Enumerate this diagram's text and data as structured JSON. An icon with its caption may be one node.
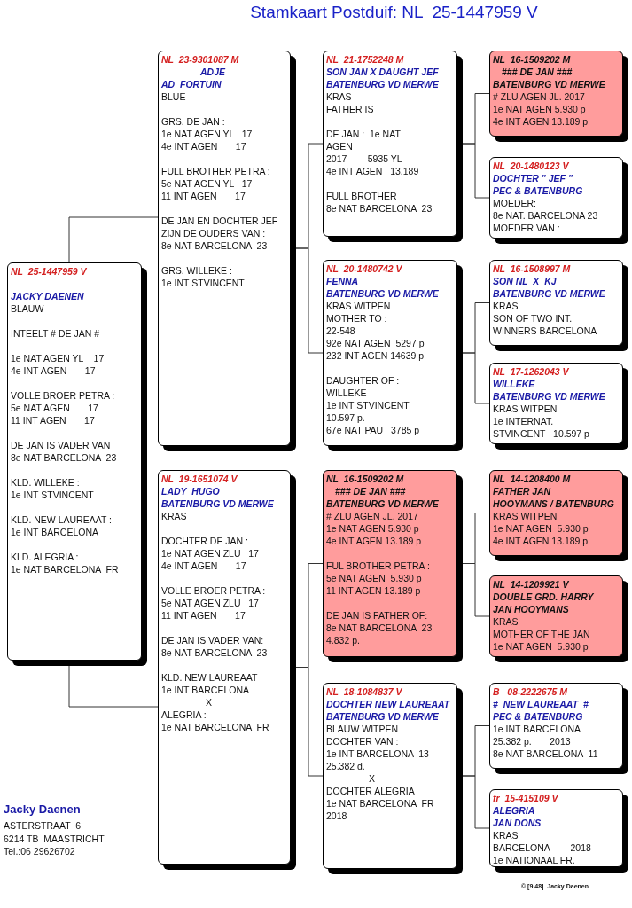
{
  "diagram": {
    "title": "Stamkaart Postduif: NL  25-1447959 V",
    "nodes": [
      {
        "text": [
          "NL  25-1447959 V",
          "JACKY DAENEN",
          "BLAUW",
          "INTEELT # DE JAN #",
          "1e NAT AGEN YL    17",
          "4e INT AGEN       17",
          "VOLLE BROER PETRA :",
          "5e NAT AGEN       17",
          "11 INT AGEN       17",
          "DE JAN IS VADER VAN",
          "8e NAT BARCELONA  23",
          "KLD. WILLEKE :",
          "1e INT STVINCENT",
          "KLD. NEW LAUREAAT :",
          "1e INT BARCELONA",
          "KLD. ALEGRIA :",
          "1e NAT BARCELONA  FR"
        ]
      },
      {
        "text": [
          "NL  23-9301087 M",
          "ADJE",
          "AD  FORTUIN",
          "BLUE",
          "GRS. DE JAN :",
          "1e NAT AGEN YL   17",
          "4e INT AGEN       17",
          "FULL BROTHER PETRA :",
          "5e NAT AGEN YL   17",
          "11 INT AGEN       17",
          "DE JAN EN DOCHTER JEF ZIJN DE OUDERS VAN :",
          "8e NAT BARCELONA  23",
          "GRS. WILLEKE :",
          "1e INT STVINCENT"
        ]
      },
      {
        "text": [
          "NL  19-1651074 V",
          "LADY  HUGO",
          "BATENBURG VD MERWE",
          "KRAS",
          "DOCHTER DE JAN :",
          "1e NAT AGEN ZLU   17",
          "4e INT AGEN       17",
          "VOLLE BROER PETRA :",
          "5e NAT AGEN ZLU   17",
          "11 INT AGEN       17",
          "DE JAN IS VADER VAN:",
          "8e NAT BARCELONA  23",
          "KLD. NEW LAUREAAT",
          "1e INT BARCELONA",
          "X",
          "ALEGRIA :",
          "1e NAT BARCELONA  FR"
        ]
      },
      {
        "text": [
          "NL  21-1752248 M",
          "SON JAN X DAUGHT JEF",
          "BATENBURG VD MERWE",
          "KRAS",
          "FATHER IS",
          "DE JAN :  1e NAT",
          "AGEN",
          "2017        5935 YL",
          "4e INT AGEN   13.189",
          "FULL BROTHER",
          "8e NAT BARCELONA  23"
        ]
      },
      {
        "text": [
          "NL  20-1480742 V",
          "FENNA",
          "BATENBURG VD MERWE",
          "KRAS WITPEN",
          "MOTHER TO :",
          "22-548",
          "92e NAT AGEN  5297 p",
          "232 INT AGEN 14639 p",
          "DAUGHTER OF :",
          "WILLEKE",
          "1e INT STVINCENT",
          "10.597 p.",
          "67e NAT PAU   3785 p"
        ]
      },
      {
        "text": [
          "NL  16-1509202 M",
          "### DE JAN ###",
          "BATENBURG VD MERWE",
          "# ZLU AGEN JL. 2017",
          "1e NAT AGEN 5.930 p",
          "4e INT AGEN 13.189 p",
          "FUL BROTHER PETRA :",
          "5e NAT AGEN  5.930 p",
          "11 INT AGEN 13.189 p",
          "DE JAN IS FATHER OF:",
          "8e NAT BARCELONA  23",
          "4.832 p."
        ]
      },
      {
        "text": [
          "NL  18-1084837 V",
          "DOCHTER NEW LAUREAAT",
          "BATENBURG VD MERWE",
          "BLAUW WITPEN",
          "DOCHTER VAN :",
          "1e INT BARCELONA  13",
          "25.382 d.",
          "X",
          "DOCHTER ALEGRIA",
          "1e NAT BARCELONA  FR",
          "2018"
        ]
      },
      {
        "text": [
          "NL  16-1509202 M",
          "### DE JAN ###",
          "BATENBURG VD MERWE",
          "# ZLU AGEN JL. 2017",
          "1e NAT AGEN 5.930 p",
          "4e INT AGEN 13.189 p"
        ]
      },
      {
        "text": [
          "NL  20-1480123 V",
          "DOCHTER \" JEF \"",
          "PEC & BATENBURG",
          "MOEDER:",
          "8e NAT. BARCELONA 23",
          "MOEDER VAN :"
        ]
      },
      {
        "text": [
          "NL  16-1508997 M",
          "SON NL  X  KJ",
          "BATENBURG VD MERWE",
          "KRAS",
          "SON OF TWO INT.",
          "WINNERS BARCELONA"
        ]
      },
      {
        "text": [
          "NL  17-1262043 V",
          "WILLEKE",
          "BATENBURG VD MERWE",
          "KRAS WITPEN",
          "1e INTERNAT.",
          "STVINCENT   10.597 p"
        ]
      },
      {
        "text": [
          "NL  14-1208400 M",
          "FATHER JAN",
          "HOOYMANS / BATENBURG",
          "KRAS WITPEN",
          "1e NAT AGEN  5.930 p",
          "4e INT AGEN 13.189 p"
        ]
      },
      {
        "text": [
          "NL  14-1209921 V",
          "DOUBLE GRD. HARRY",
          "JAN HOOYMANS",
          "KRAS",
          "MOTHER OF THE JAN",
          "1e NAT AGEN  5.930 p"
        ]
      },
      {
        "text": [
          "B   08-2222675 M",
          "#  NEW LAUREAAT  #",
          "PEC & BATENBURG",
          "1e INT BARCELONA",
          "25.382 p.       2013",
          "8e NAT BARCELONA  11"
        ]
      },
      {
        "text": [
          "fr  15-415109 V",
          "ALEGRIA",
          "JAN DONS",
          "KRAS",
          "BARCELONA        2018",
          "1e NATIONAAL FR."
        ]
      }
    ],
    "edges": [
      {
        "from": 0,
        "to": 1,
        "arrow": "none"
      },
      {
        "from": 0,
        "to": 2,
        "arrow": "none"
      },
      {
        "from": 1,
        "to": 3,
        "arrow": "none"
      },
      {
        "from": 1,
        "to": 4,
        "arrow": "none"
      },
      {
        "from": 2,
        "to": 5,
        "arrow": "none"
      },
      {
        "from": 2,
        "to": 6,
        "arrow": "none"
      },
      {
        "from": 3,
        "to": 7,
        "arrow": "none"
      },
      {
        "from": 3,
        "to": 8,
        "arrow": "none"
      },
      {
        "from": 4,
        "to": 9,
        "arrow": "none"
      },
      {
        "from": 4,
        "to": 10,
        "arrow": "none"
      },
      {
        "from": 5,
        "to": 11,
        "arrow": "none"
      },
      {
        "from": 5,
        "to": 12,
        "arrow": "none"
      },
      {
        "from": 6,
        "to": 13,
        "arrow": "none"
      },
      {
        "from": 6,
        "to": 14,
        "arrow": "none"
      }
    ],
    "labels": [
      "Jacky Daenen",
      "ASTERSTRAAT  6",
      "6214 TB  MAASTRICHT",
      "Tel.:06 29626702",
      "© [9.48]  Jacky Daenen"
    ]
  }
}
